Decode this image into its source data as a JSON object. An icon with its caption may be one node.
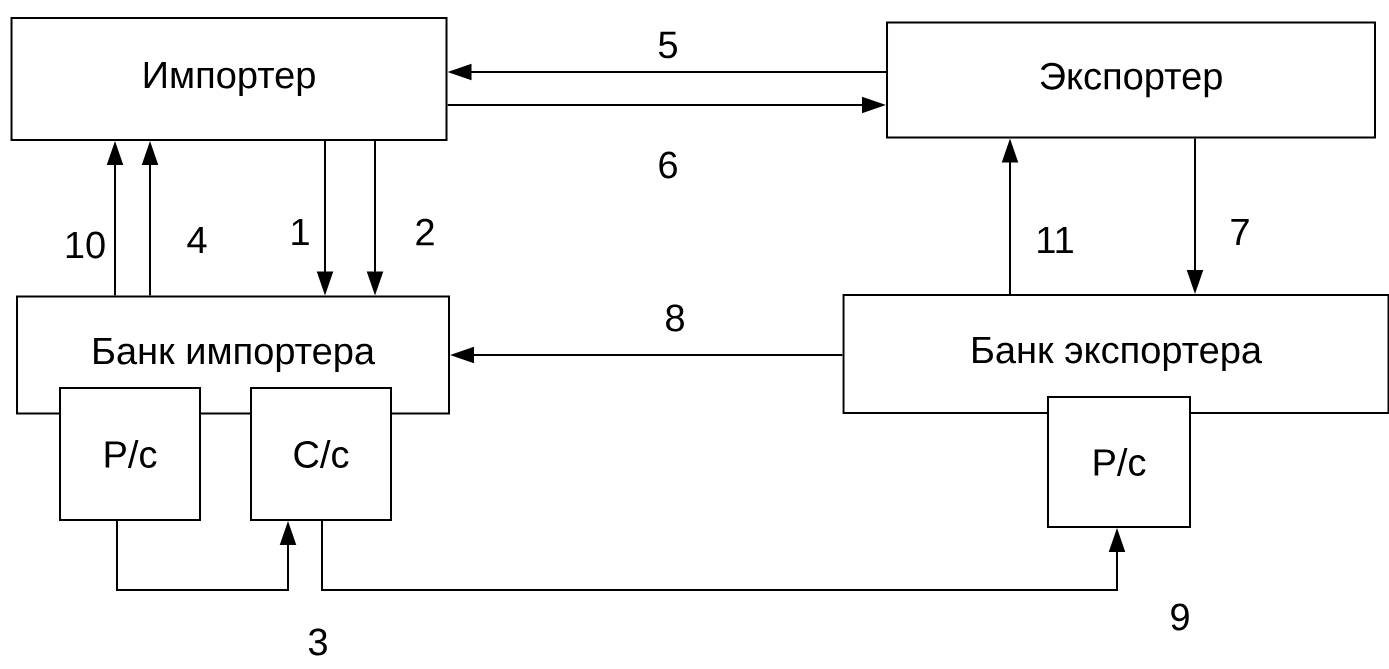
{
  "diagram": {
    "nodes": [
      {
        "text": [
          "Импортер"
        ]
      },
      {
        "text": [
          "Экспортер"
        ]
      },
      {
        "text": [
          "Банк импортера"
        ]
      },
      {
        "text": [
          "Р/с"
        ]
      },
      {
        "text": [
          "С/с"
        ]
      },
      {
        "text": [
          "Банк экспортера"
        ]
      },
      {
        "text": [
          "Р/с"
        ]
      }
    ],
    "edges": [
      {
        "from": 0,
        "to": 2,
        "arrow": "to",
        "label": "1"
      },
      {
        "from": 0,
        "to": 2,
        "arrow": "to",
        "label": "2"
      },
      {
        "from": 3,
        "to": 4,
        "arrow": "to",
        "label": "3"
      },
      {
        "from": 2,
        "to": 0,
        "arrow": "to",
        "label": "4"
      },
      {
        "from": 1,
        "to": 0,
        "arrow": "to",
        "label": "5"
      },
      {
        "from": 0,
        "to": 1,
        "arrow": "to",
        "label": "6"
      },
      {
        "from": 1,
        "to": 5,
        "arrow": "to",
        "label": "7"
      },
      {
        "from": 5,
        "to": 2,
        "arrow": "to",
        "label": "8"
      },
      {
        "from": 4,
        "to": 6,
        "arrow": "to",
        "label": "9"
      },
      {
        "from": 2,
        "to": 0,
        "arrow": "to",
        "label": "10"
      },
      {
        "from": 5,
        "to": 1,
        "arrow": "to",
        "label": "11"
      }
    ]
  }
}
